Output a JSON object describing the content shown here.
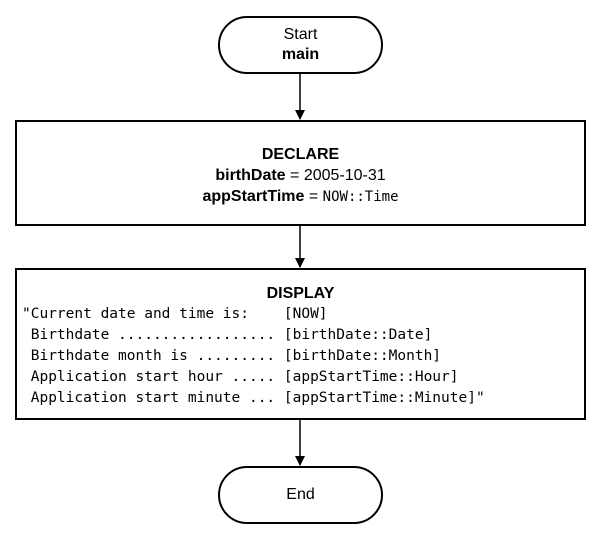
{
  "start": {
    "label": "Start",
    "name": "main"
  },
  "declare": {
    "heading": "DECLARE",
    "rows": [
      {
        "name": "birthDate",
        "op": " = ",
        "value": "2005-10-31"
      },
      {
        "name": "appStartTime",
        "op": " = ",
        "value": "NOW::Time"
      }
    ]
  },
  "display": {
    "heading": "DISPLAY",
    "lines": [
      "\"Current date and time is:    [NOW]",
      " Birthdate .................. [birthDate::Date]",
      " Birthdate month is ......... [birthDate::Month]",
      " Application start hour ..... [appStartTime::Hour]",
      " Application start minute ... [appStartTime::Minute]\""
    ]
  },
  "end": {
    "label": "End"
  }
}
